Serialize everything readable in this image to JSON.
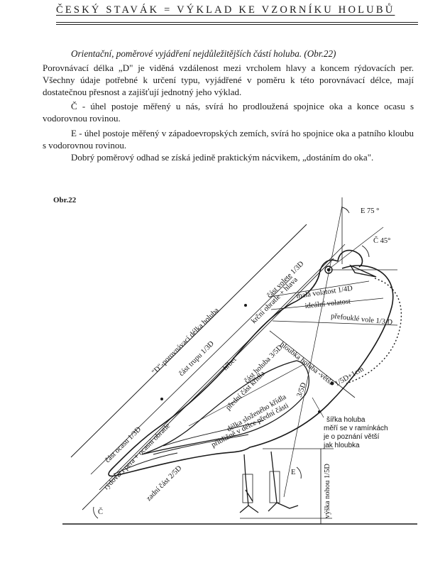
{
  "header": {
    "title": "ČESKÝ STAVÁK = VÝKLAD KE VZORNÍKU HOLUBŮ"
  },
  "intro": {
    "heading": "Orientační, poměrové vyjádření nejdůležitějších částí holuba. (Obr.22)"
  },
  "paragraphs": [
    "Porovnávací délka „D\" je viděná vzdálenost mezi vrcholem hlavy a koncem rýdovacích per. Všechny údaje potřebné k určení typu, vyjádřené v poměru k této porovnávací délce, mají dostatečnou přesnost a zajišťují jednotný jeho výklad.",
    "Č - úhel postoje měřený u nás, svírá ho prodloužená spojnice oka a konce ocasu s vodorovnou rovinou.",
    "E - úhel postoje měřený v západoevropských zemích, svírá ho spojnice oka a patního kloubu s vodorovnou rovinou.",
    "Dobrý poměrový odhad se získá jedině praktickým nácvikem, „dostáním do oka\"."
  ],
  "figure": {
    "label": "Obr.22",
    "angle_e75": "E 75 °",
    "angle_c45": "Č 45°",
    "angle_e": "E",
    "angle_c": "Č",
    "d_length": "\"D\"-porovnávací délka holuba",
    "cast_volete": "část volete 1/3D",
    "krcni_obratle": "krční obratle + hlava",
    "mala_volatost": "malá volatost 1/4D",
    "idealni_volatost": "ideální volatost",
    "prefoukle_vole": "přefouklé vole 1/3 D",
    "hloubka": "hloubka holuba -větší",
    "sirka_nota": "1/5D+1cm",
    "cast_trupu": "část trupu 1/3D",
    "hrbet": "hřbet",
    "cast_holuba_35": "část holuba 3/5D",
    "predni_cast_kridla": "přední část křídla",
    "delka_kridla": "délka složeného křídla",
    "priblizne": "přibližně v délce přední části",
    "ratio_35": "3/5D",
    "cast_ocasu": "část ocasu 1/3D",
    "rydovaci_pera": "rýdovací pera + ocasní obratle",
    "zadni_cast": "zadní část 2/5D",
    "vyska_nohou": "výška nohou 1/5D",
    "sirka_line1": "šířka holuba",
    "sirka_line2": "měří se v ramínkách",
    "sirka_line3": "je o poznání větší",
    "sirka_line4": "jak hloubka"
  }
}
